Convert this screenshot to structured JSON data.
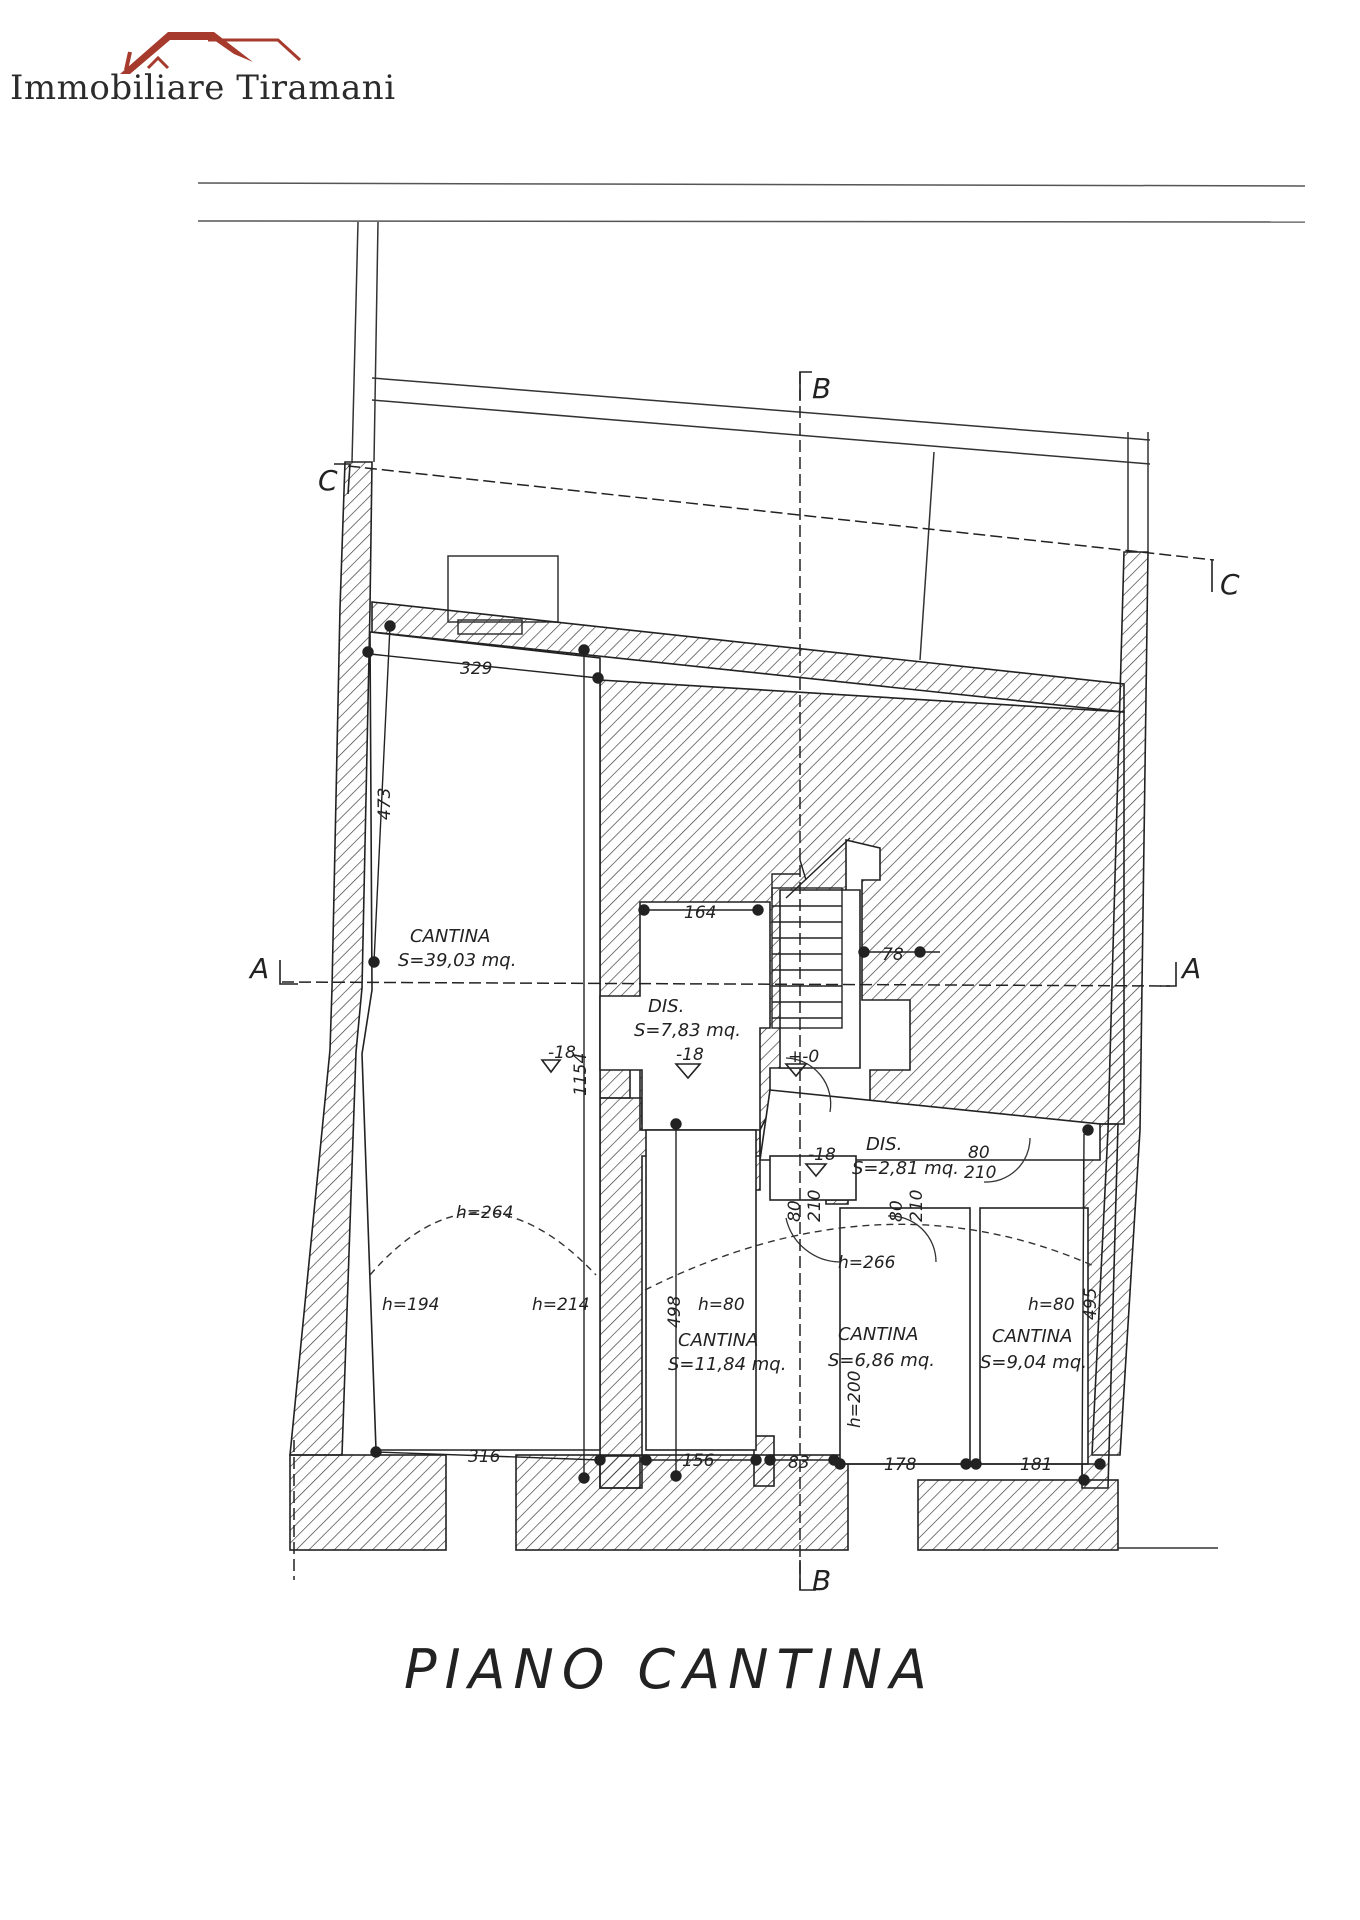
{
  "brand": {
    "name": "Immobiliare Tiramani",
    "roof_color": "#a63a2c"
  },
  "title": "PIANO CANTINA",
  "sections": {
    "a": "A",
    "b": "B",
    "c": "C"
  },
  "rooms": [
    {
      "id": "cantina-1",
      "name": "CANTINA",
      "area": "S=39,03 mq."
    },
    {
      "id": "dis-1",
      "name": "DIS.",
      "area": "S=7,83 mq."
    },
    {
      "id": "dis-2",
      "name": "DIS.",
      "area": "S=2,81 mq."
    },
    {
      "id": "cantina-2",
      "name": "CANTINA",
      "area": "S=11,84 mq."
    },
    {
      "id": "cantina-3",
      "name": "CANTINA",
      "area": "S=6,86 mq."
    },
    {
      "id": "cantina-4",
      "name": "CANTINA",
      "area": "S=9,04 mq."
    }
  ],
  "dimensions": {
    "d329": "329",
    "d473": "473",
    "d1154": "1154",
    "d164": "164",
    "d78": "78",
    "d316": "316",
    "d156": "156",
    "d83": "83",
    "d178": "178",
    "d181": "181",
    "d498": "498",
    "d495": "495"
  },
  "heights": {
    "h264": "h=264",
    "h194": "h=194",
    "h214": "h=214",
    "h266": "h=266",
    "h80a": "h=80",
    "h80b": "h=80",
    "h200": "h=200"
  },
  "levels": {
    "l1": "-18",
    "l2": "-18",
    "l3": "-18",
    "l4": "+-0"
  },
  "doors": {
    "d1": "80",
    "d1b": "210",
    "d2": "80",
    "d2b": "210",
    "d3": "80",
    "d3b": "210"
  }
}
